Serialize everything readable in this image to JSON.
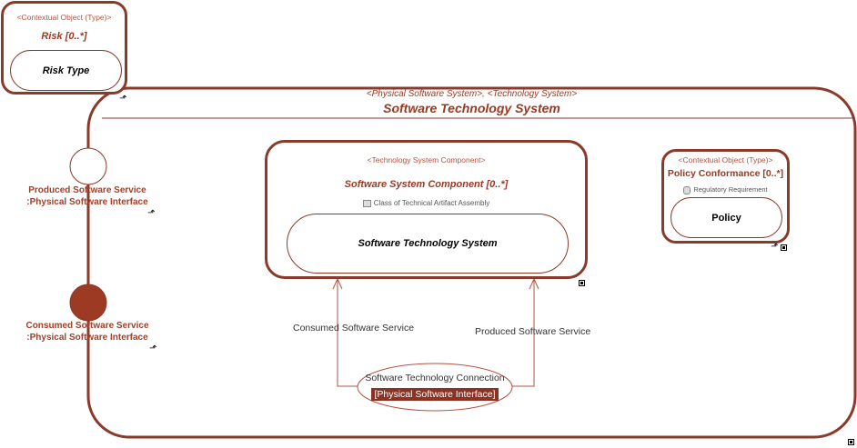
{
  "risk_box": {
    "stereotype": "<Contextual Object (Type)>",
    "title": "Risk [0..*]",
    "inner_label": "Risk Type"
  },
  "system": {
    "stereotype": "<Physical Software System>, <Technology System>",
    "title": "Software Technology System"
  },
  "component": {
    "stereotype": "<Technology System Component>",
    "title": "Software System Component [0..*]",
    "class_label": "Class of Technical Artifact Assembly",
    "inner_label": "Software Technology System"
  },
  "policy_box": {
    "stereotype": "<Contextual Object (Type)>",
    "title": "Policy Conformance [0..*]",
    "class_label": "Regulatory Requirement",
    "inner_label": "Policy"
  },
  "ports": {
    "produced": {
      "line1": "Produced Software Service",
      "line2": ":Physical Software Interface"
    },
    "consumed": {
      "line1": "Consumed Software Service",
      "line2": ":Physical Software Interface"
    }
  },
  "connection": {
    "consumed_label": "Consumed Software Service",
    "produced_label": "Produced Software Service",
    "name": "Software Technology Connection",
    "type": "[Physical Software Interface]"
  },
  "colors": {
    "border": "#8a3a2a",
    "accent": "#9b3820",
    "port_fill": "#9c3a24"
  }
}
